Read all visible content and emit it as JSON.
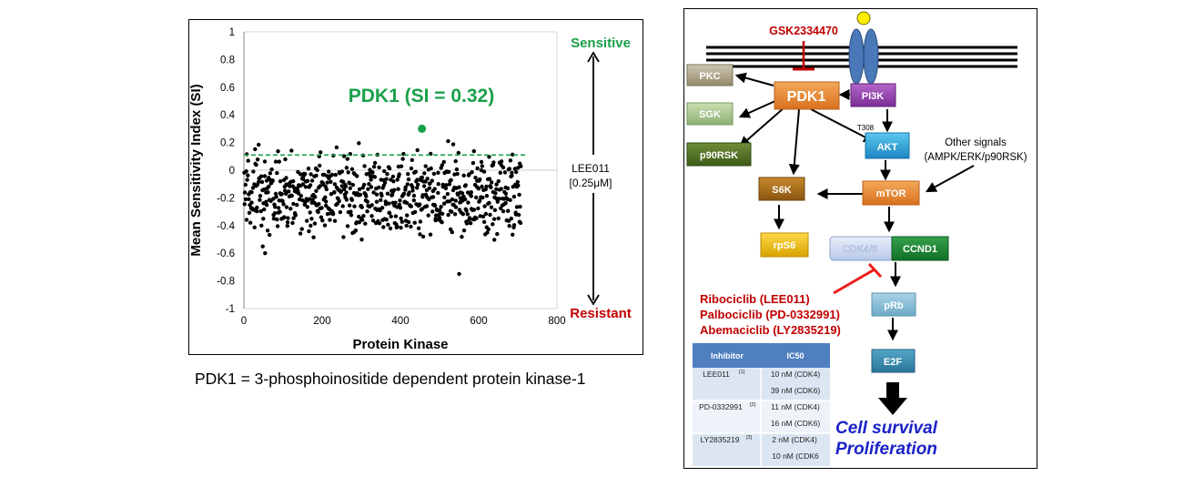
{
  "chart_data": {
    "type": "scatter",
    "title": "PDK1 (SI = 0.32)",
    "xlabel": "Protein Kinase",
    "ylabel": "Mean Sensitivity Index (SI)",
    "xlim": [
      0,
      800
    ],
    "ylim": [
      -1,
      1
    ],
    "xticks": [
      "0",
      "200",
      "400",
      "600",
      "800"
    ],
    "yticks": [
      "1",
      "0.8",
      "0.6",
      "0.4",
      "0.2",
      "0",
      "-0.2",
      "-0.4",
      "-0.6",
      "-0.8",
      "-1"
    ],
    "threshold": 0.11,
    "highlight": {
      "x": 455,
      "y": 0.3,
      "color": "#1aa04a"
    },
    "point_count": 710,
    "annotations": {
      "sensitive": "Sensitive",
      "resistant": "Resistant",
      "drug": "LEE011",
      "dose": "[0.25μM]"
    },
    "grid": false,
    "legend": "none"
  },
  "caption": "PDK1 = 3-phosphoinositide dependent protein kinase-1",
  "pathway": {
    "inhibitor_gsk": "GSK2334470",
    "nodes": {
      "pkc": "PKC",
      "sgk": "SGK",
      "p90rsk": "p90RSK",
      "pdk1": "PDK1",
      "pi3k": "PI3K",
      "akt": "AKT",
      "t308": "T308",
      "s6k": "S6K",
      "mtor": "mTOR",
      "rps6": "rpS6",
      "cdk46": "CDK4/6",
      "ccnd1": "CCND1",
      "prb": "pRb",
      "e2f": "E2F"
    },
    "other_signals_1": "Other signals",
    "other_signals_2": "(AMPK/ERK/p90RSK)",
    "cdk_inhibitors": [
      "Ribociclib (LEE011)",
      "Palbociclib (PD-0332991)",
      "Abemaciclib (LY2835219)"
    ],
    "outcome_1": "Cell survival",
    "outcome_2": "Proliferation"
  },
  "ic50_table": {
    "headers": [
      "Inhibitor",
      "IC50"
    ],
    "rows": [
      {
        "name": "LEE011",
        "ref": "[1]",
        "v1": "10 nM (CDK4)",
        "v2": "39 nM (CDK6)"
      },
      {
        "name": "PD-0332991",
        "ref": "[2]",
        "v1": "11 nM (CDK4)",
        "v2": "16 nM (CDK6)"
      },
      {
        "name": "LY2835219",
        "ref": "[3]",
        "v1": "2 nM (CDK4)",
        "v2": "10 nM (CDK6"
      }
    ]
  },
  "colors": {
    "sensitive": "#1aa04a",
    "resistant": "#c00000",
    "threshold": "#1aa04a",
    "inhibitor_red": "#c00000",
    "outcome_blue": "#1a22c8",
    "table_header": "#4f7fbf"
  }
}
